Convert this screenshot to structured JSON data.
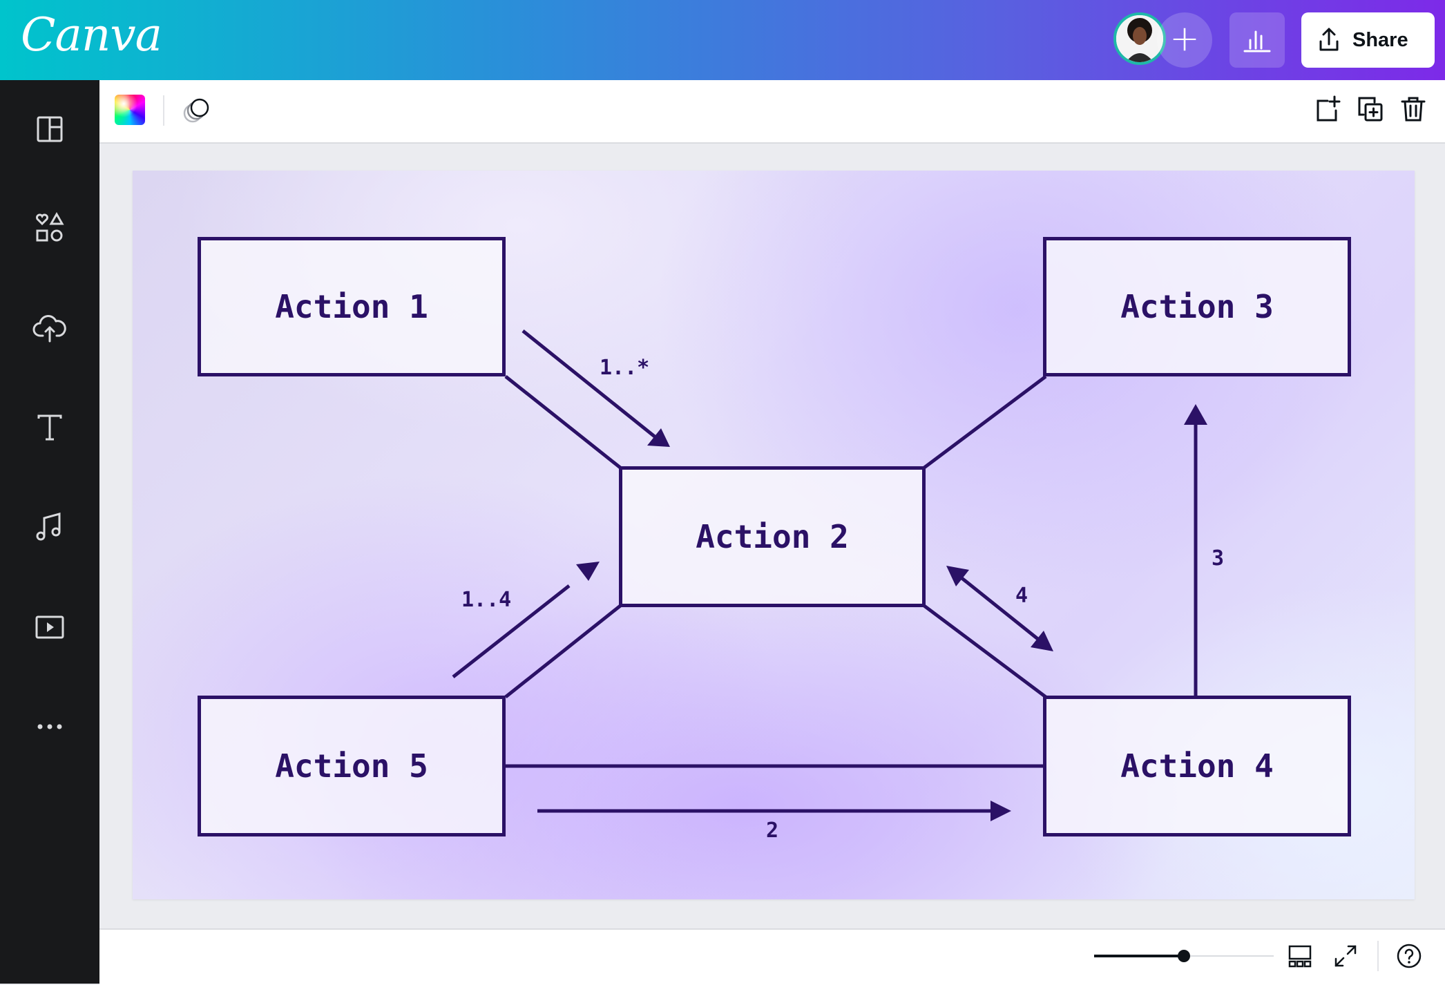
{
  "app": {
    "logo": "Canva",
    "share_label": "Share"
  },
  "sidebar": {
    "items": [
      {
        "icon": "layout-icon"
      },
      {
        "icon": "elements-icon"
      },
      {
        "icon": "upload-cloud-icon"
      },
      {
        "icon": "text-icon"
      },
      {
        "icon": "music-icon"
      },
      {
        "icon": "video-icon"
      },
      {
        "icon": "more-icon"
      }
    ]
  },
  "toolbar": {
    "left_icons": [
      "color-picker",
      "transparency-icon"
    ],
    "right_icons": [
      "add-page-icon",
      "duplicate-page-icon",
      "delete-icon"
    ]
  },
  "diagram": {
    "nodes": [
      {
        "id": "a1",
        "label": "Action 1"
      },
      {
        "id": "a2",
        "label": "Action 2"
      },
      {
        "id": "a3",
        "label": "Action 3"
      },
      {
        "id": "a4",
        "label": "Action 4"
      },
      {
        "id": "a5",
        "label": "Action 5"
      }
    ],
    "edges": [
      {
        "from": "a1",
        "to": "a2",
        "label": "1..*"
      },
      {
        "from": "a5",
        "to": "a2",
        "label": "1..4"
      },
      {
        "from": "a2",
        "to": "a4",
        "label": "4"
      },
      {
        "from": "a4",
        "to": "a3",
        "label": "3"
      },
      {
        "from": "a5",
        "to": "a4",
        "label": "2"
      }
    ],
    "colors": {
      "stroke": "#2b1166",
      "box_fill": "#f8f6fd"
    }
  },
  "bottombar": {
    "icons": [
      "zoom-slider",
      "grid-view-icon",
      "fullscreen-icon",
      "help-icon"
    ],
    "zoom_fraction": 0.5
  }
}
